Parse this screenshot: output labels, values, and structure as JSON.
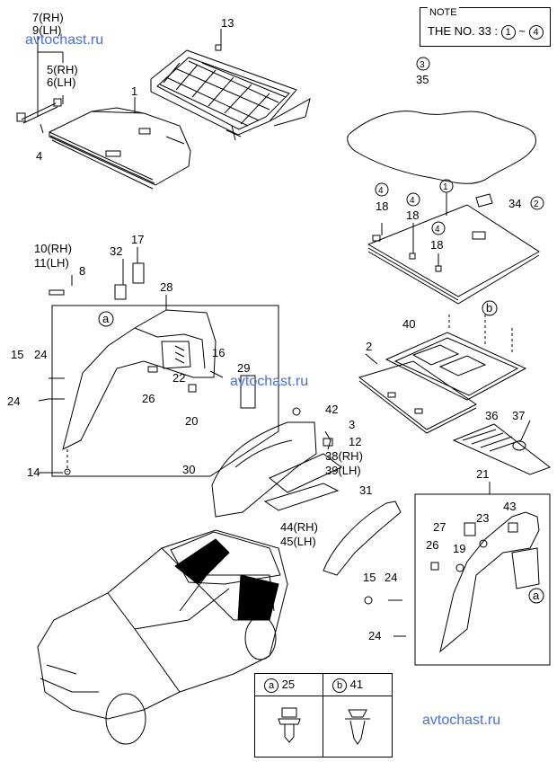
{
  "watermarks": [
    "avtochast.ru",
    "avtochast.ru",
    "avtochast.ru"
  ],
  "note": {
    "title": "NOTE",
    "text": "THE NO. 33 :",
    "range_start": "1",
    "range_sep": "~",
    "range_end": "4"
  },
  "callouts": {
    "c7": "7(RH)",
    "c9": "9(LH)",
    "c5": "5(RH)",
    "c6": "6(LH)",
    "c4": "4",
    "c1": "1",
    "c13": "13",
    "c3top": "3",
    "c35": "35",
    "c18a": "18",
    "c18b": "18",
    "c18c": "18",
    "c4a": "4",
    "c4b": "4",
    "c4c": "4",
    "c1b": "1",
    "c34": "34",
    "c2c": "2",
    "c10": "10(RH)",
    "c11": "11(LH)",
    "c8": "8",
    "c32": "32",
    "c17": "17",
    "c28": "28",
    "ca1": "a",
    "c15": "15",
    "c24": "24",
    "c24b": "24",
    "c14": "14",
    "c16": "16",
    "c22": "22",
    "c26": "26",
    "c20": "20",
    "c29": "29",
    "cb1": "b",
    "c40": "40",
    "c2": "2",
    "c36": "36",
    "c37": "37",
    "c42": "42",
    "c3": "3",
    "c12": "12",
    "c38": "38(RH)",
    "c39": "39(LH)",
    "c30": "30",
    "c44": "44(RH)",
    "c45": "45(LH)",
    "c31": "31",
    "c21": "21",
    "c27": "27",
    "c23": "23",
    "c43": "43",
    "c26b": "26",
    "c19": "19",
    "c15b": "15",
    "c24c": "24",
    "c24d": "24",
    "ca2": "a"
  },
  "legend": {
    "a_letter": "a",
    "a_part": "25",
    "b_letter": "b",
    "b_part": "41"
  }
}
